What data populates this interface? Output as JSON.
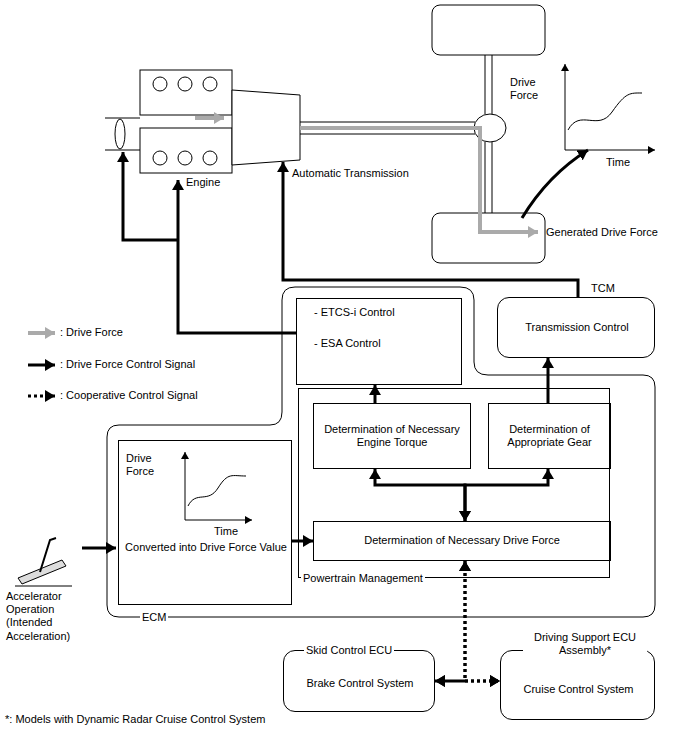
{
  "diagram": {
    "nodes": [
      {
        "text": [
          "ECM"
        ]
      },
      {
        "text": [
          "- ETCS-i Control",
          "- ESA Control"
        ],
        "in": 0
      },
      {
        "text": [
          "Converted into Drive Force Value"
        ],
        "in": 0
      },
      {
        "text": [
          "Powertrain Management"
        ],
        "in": 0
      },
      {
        "text": [
          "Determination of Necessary Engine Torque"
        ],
        "in": 3
      },
      {
        "text": [
          "Determination of Appropriate Gear"
        ],
        "in": 3
      },
      {
        "text": [
          "Determination of Necessary Drive Force"
        ],
        "in": 3
      },
      {
        "text": [
          "TCM",
          "Transmission Control"
        ]
      },
      {
        "text": [
          "Skid Control ECU",
          "Brake Control System"
        ]
      },
      {
        "text": [
          "Driving Support ECU Assembly*",
          "Cruise Control System"
        ]
      }
    ],
    "edges": [
      {
        "from": 2,
        "to": 6,
        "arrow": "to"
      },
      {
        "from": 4,
        "to": 1,
        "arrow": "to"
      },
      {
        "from": 5,
        "to": 7,
        "arrow": "to"
      },
      {
        "from": 6,
        "to": 4,
        "arrow": "both"
      },
      {
        "from": 6,
        "to": 5,
        "arrow": "both"
      },
      {
        "from": 6,
        "to": 8,
        "arrow": "both"
      },
      {
        "from": 6,
        "to": 9,
        "arrow": "both"
      },
      {
        "from": 8,
        "to": 9,
        "arrow": "both"
      }
    ],
    "labels": [
      "Engine",
      "Automatic Transmission",
      "Drive Force",
      "Time",
      "Generated Drive Force",
      "Drive Force",
      "Time",
      "Accelerator Operation (Intended Acceleration)",
      "*: Models with Dynamic Radar Cruise Control System"
    ],
    "legend": [
      {
        "text": ": Drive Force"
      },
      {
        "text": ": Drive Force Control Signal"
      },
      {
        "text": ": Cooperative Control Signal"
      }
    ]
  }
}
